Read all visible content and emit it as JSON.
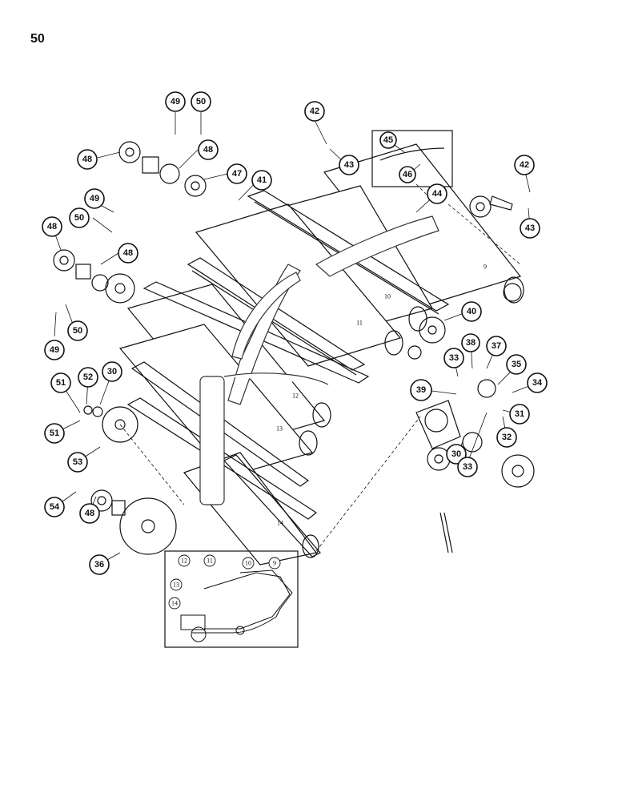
{
  "page": {
    "number": "50"
  },
  "callouts": {
    "c49a": "49",
    "c50a": "50",
    "c48a": "48",
    "c48b": "48",
    "c47": "47",
    "c41": "41",
    "c42a": "42",
    "c43a": "43",
    "c45": "45",
    "c46": "46",
    "c42b": "42",
    "c43b": "43",
    "c44": "44",
    "c49b": "49",
    "c50b": "50",
    "c48c": "48",
    "c48d": "48",
    "c50c": "50",
    "c49c": "49",
    "c40": "40",
    "c38": "38",
    "c37": "37",
    "c35": "35",
    "c33a": "33",
    "c34": "34",
    "c39": "39",
    "c31": "31",
    "c32": "32",
    "c30b": "30",
    "c33b": "33",
    "c51a": "51",
    "c52": "52",
    "c30a": "30",
    "c51b": "51",
    "c53": "53",
    "c54": "54",
    "c48e": "48",
    "c36": "36"
  },
  "roll_labels": {
    "r9": "9",
    "r10": "10",
    "r11": "11",
    "r12": "12",
    "r13": "13",
    "r14": "14"
  },
  "inset_labels": {
    "i12": "12",
    "i11": "11",
    "i10": "10",
    "i9": "9",
    "i13": "13",
    "i14": "14"
  }
}
